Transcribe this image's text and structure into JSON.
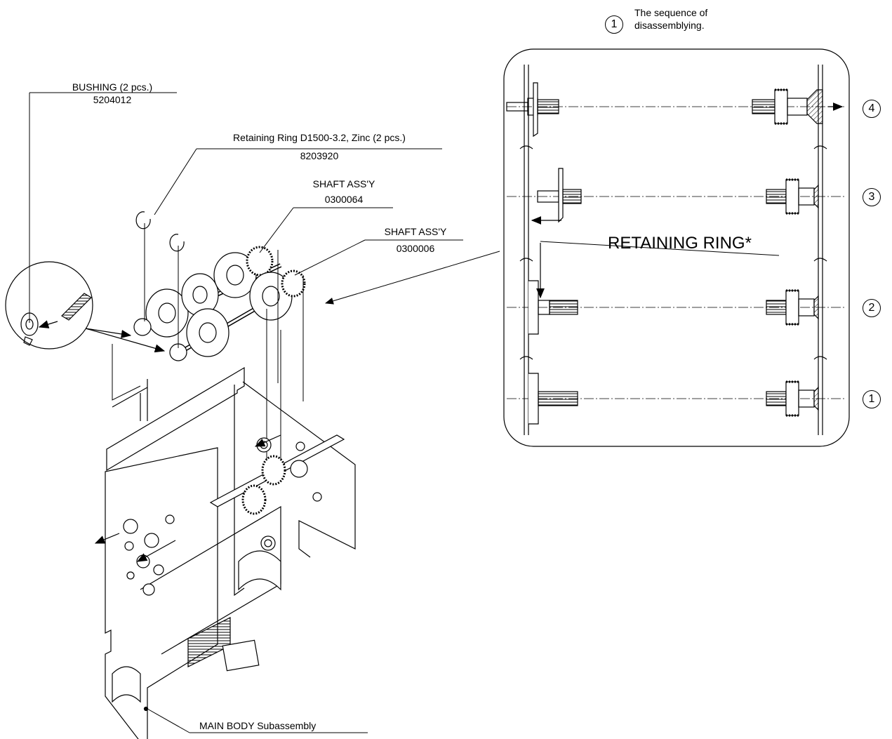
{
  "legend": {
    "marker": "1",
    "text_line1": "The sequence of",
    "text_line2": "disassemblying."
  },
  "callouts": {
    "bushing": {
      "name": "BUSHING (2 pcs.)",
      "part_no": "5204012"
    },
    "retaining_ring": {
      "name": "Retaining Ring D1500-3.2, Zinc (2 pcs.)",
      "part_no": "8203920"
    },
    "shaft_1": {
      "name": "SHAFT ASS'Y",
      "part_no": "0300064"
    },
    "shaft_2": {
      "name": "SHAFT ASS'Y",
      "part_no": "0300006"
    },
    "main_body": {
      "name": "MAIN BODY Subassembly"
    }
  },
  "detail": {
    "retaining_ring_label": "RETAINING RING*",
    "steps": [
      "4",
      "3",
      "2",
      "1"
    ]
  }
}
